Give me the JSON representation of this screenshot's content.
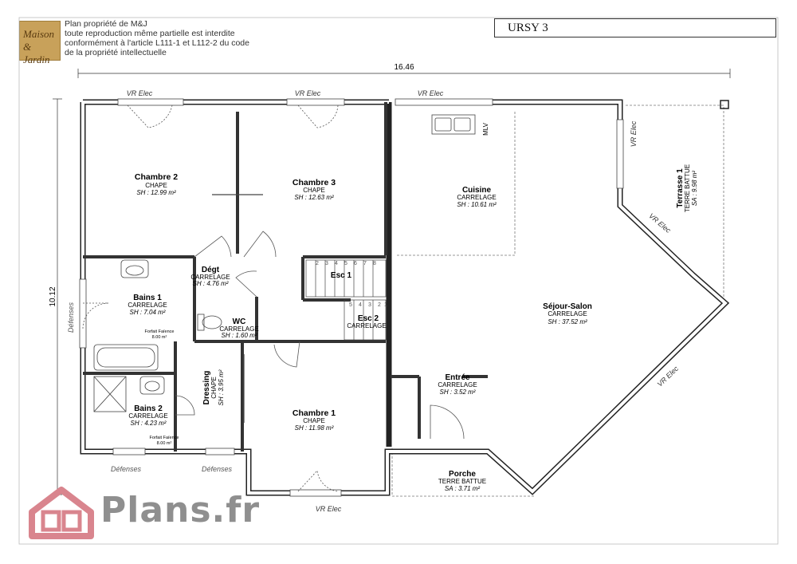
{
  "header": {
    "copyright_lines": [
      "Plan propriété de M&J",
      "toute reproduction même partielle est interdite",
      "conformément à l'article L111-1 et L112-2 du code",
      "de la propriété intellectuelle"
    ],
    "logo_line1": "Maison",
    "logo_line2": "& Jardin",
    "plan_title": "URSY 3"
  },
  "dimensions": {
    "width": "16.46",
    "height": "10.12"
  },
  "rooms": [
    {
      "name": "Chambre 2",
      "floor": "CHAPE",
      "area": "SH : 12.99 m²"
    },
    {
      "name": "Chambre 3",
      "floor": "CHAPE",
      "area": "SH : 12.63 m²"
    },
    {
      "name": "Cuisine",
      "floor": "CARRELAGE",
      "area": "SH : 10.61 m²"
    },
    {
      "name": "Dégt",
      "floor": "CARRELAGE",
      "area": "SH : 4.76 m²"
    },
    {
      "name": "Bains 1",
      "floor": "CARRELAGE",
      "area": "SH : 7.04 m²"
    },
    {
      "name": "WC",
      "floor": "CARRELAGE",
      "area": "SH : 1.60 m²"
    },
    {
      "name": "Séjour-Salon",
      "floor": "CARRELAGE",
      "area": "SH : 37.52 m²"
    },
    {
      "name": "Chambre 1",
      "floor": "CHAPE",
      "area": "SH : 11.98 m²"
    },
    {
      "name": "Entrée",
      "floor": "CARRELAGE",
      "area": "SH : 3.52 m²"
    },
    {
      "name": "Bains 2",
      "floor": "CARRELAGE",
      "area": "SH : 4.23 m²"
    },
    {
      "name": "Porche",
      "floor": "TERRE BATTUE",
      "area": "SA : 3.71 m²"
    },
    {
      "name": "Dressing",
      "floor": "CHAPE",
      "area": "SH : 3.95 m²"
    },
    {
      "name": "Terrasse 1",
      "floor": "TERRE BATTUE",
      "area": "SA : 9.98 m²"
    }
  ],
  "stairs": {
    "esc1_name": "Esc 1",
    "esc2_name": "Esc 2",
    "esc2_floor": "CARRELAGE",
    "esc1_steps": [
      "2",
      "3",
      "4",
      "5",
      "6",
      "7",
      "8"
    ],
    "esc2_steps": [
      "5",
      "4",
      "3",
      "2",
      "1"
    ]
  },
  "annotations": {
    "vr_elec": "VR Elec",
    "defenses": "Défenses",
    "mlv": "MLV",
    "faience1": "Forfait Faïence",
    "faience1_qty": "8.00 m²",
    "faience2": "Forfait Faïence",
    "faience2_qty": "8.00 m²"
  },
  "brand": {
    "name": "Plans.fr"
  }
}
